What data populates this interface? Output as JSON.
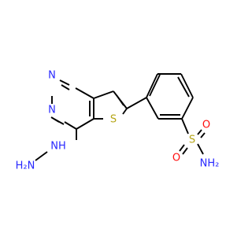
{
  "atom_labels": {
    "n1": "N",
    "n2": "N",
    "s1": "S",
    "nh": "NH",
    "h2n": "H₂N",
    "o1": "O",
    "o2": "O",
    "s2": "S",
    "nh2": "NH₂"
  },
  "colors": {
    "bond": "#000000",
    "nitrogen": "#2727ff",
    "sulfur": "#b5a516",
    "oxygen": "#ff0d0d"
  }
}
